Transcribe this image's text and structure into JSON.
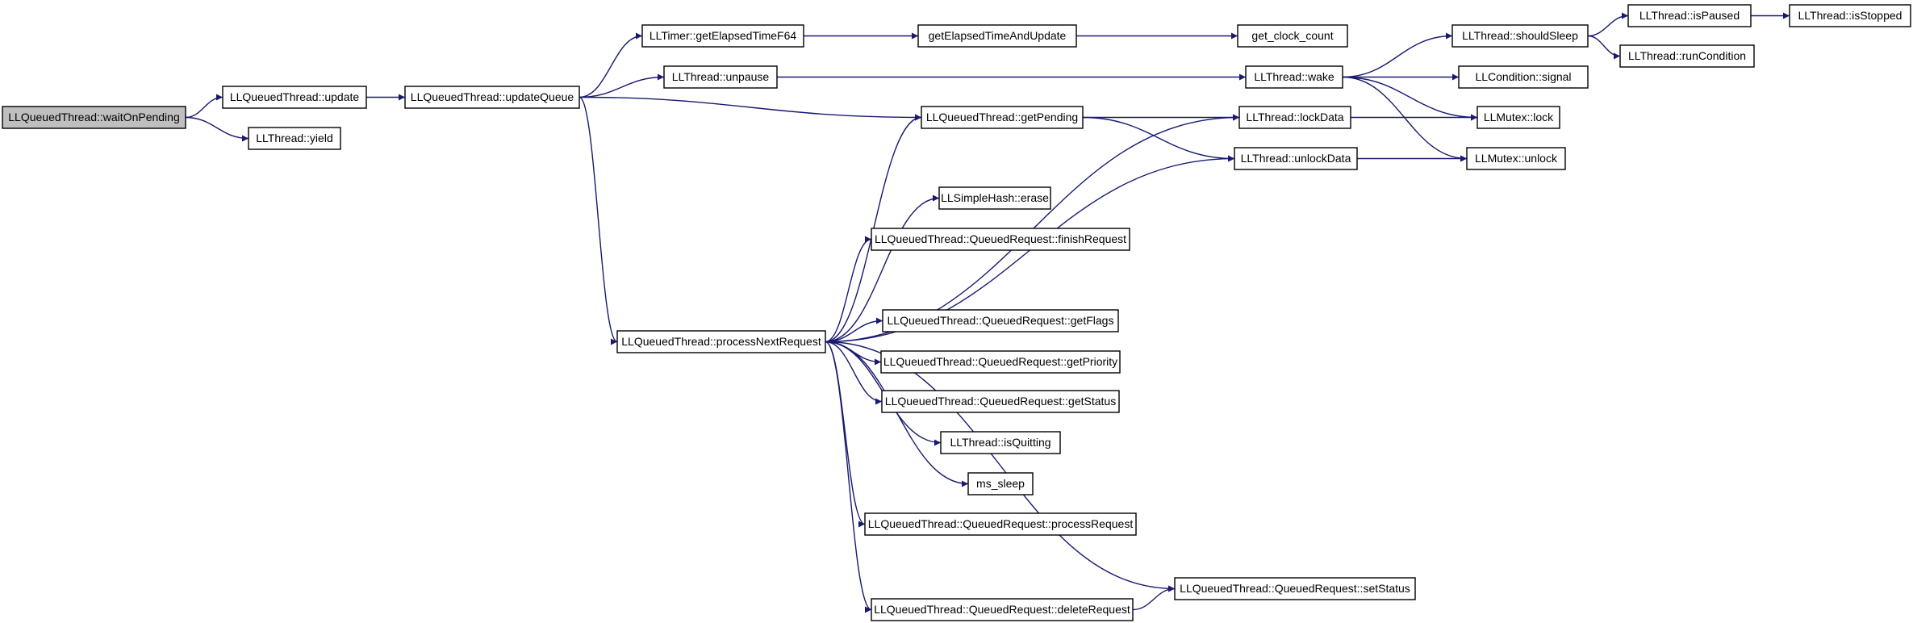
{
  "graph": {
    "nodes": {
      "waitOnPending": "LLQueuedThread::waitOnPending",
      "update": "LLQueuedThread::update",
      "yield": "LLThread::yield",
      "updateQueue": "LLQueuedThread::updateQueue",
      "processNextRequest": "LLQueuedThread::processNextRequest",
      "getElapsedTimeF64": "LLTimer::getElapsedTimeF64",
      "getElapsedTimeAndUpdate": "getElapsedTimeAndUpdate",
      "get_clock_count": "get_clock_count",
      "unpause": "LLThread::unpause",
      "wake": "LLThread::wake",
      "shouldSleep": "LLThread::shouldSleep",
      "isPaused": "LLThread::isPaused",
      "isStopped": "LLThread::isStopped",
      "runCondition": "LLThread::runCondition",
      "signal": "LLCondition::signal",
      "getPending": "LLQueuedThread::getPending",
      "lockData": "LLThread::lockData",
      "lock": "LLMutex::lock",
      "unlockData": "LLThread::unlockData",
      "unlock": "LLMutex::unlock",
      "erase": "LLSimpleHash::erase",
      "finishRequest": "LLQueuedThread::QueuedRequest::finishRequest",
      "getFlags": "LLQueuedThread::QueuedRequest::getFlags",
      "getPriority": "LLQueuedThread::QueuedRequest::getPriority",
      "getStatus": "LLQueuedThread::QueuedRequest::getStatus",
      "isQuitting": "LLThread::isQuitting",
      "ms_sleep": "ms_sleep",
      "processRequest": "LLQueuedThread::QueuedRequest::processRequest",
      "setStatus": "LLQueuedThread::QueuedRequest::setStatus",
      "deleteRequest": "LLQueuedThread::QueuedRequest::deleteRequest"
    },
    "root": "waitOnPending",
    "edges": [
      [
        "waitOnPending",
        "update"
      ],
      [
        "waitOnPending",
        "yield"
      ],
      [
        "update",
        "updateQueue"
      ],
      [
        "updateQueue",
        "getElapsedTimeF64"
      ],
      [
        "updateQueue",
        "unpause"
      ],
      [
        "updateQueue",
        "getPending"
      ],
      [
        "updateQueue",
        "processNextRequest"
      ],
      [
        "getElapsedTimeF64",
        "getElapsedTimeAndUpdate"
      ],
      [
        "getElapsedTimeAndUpdate",
        "get_clock_count"
      ],
      [
        "unpause",
        "wake"
      ],
      [
        "wake",
        "shouldSleep"
      ],
      [
        "wake",
        "signal"
      ],
      [
        "wake",
        "lock"
      ],
      [
        "wake",
        "unlock"
      ],
      [
        "shouldSleep",
        "isPaused"
      ],
      [
        "shouldSleep",
        "runCondition"
      ],
      [
        "isPaused",
        "isStopped"
      ],
      [
        "getPending",
        "lockData"
      ],
      [
        "getPending",
        "unlockData"
      ],
      [
        "lockData",
        "lock"
      ],
      [
        "unlockData",
        "unlock"
      ],
      [
        "processNextRequest",
        "getPending"
      ],
      [
        "processNextRequest",
        "lockData"
      ],
      [
        "processNextRequest",
        "erase"
      ],
      [
        "processNextRequest",
        "finishRequest"
      ],
      [
        "processNextRequest",
        "unlockData"
      ],
      [
        "processNextRequest",
        "getFlags"
      ],
      [
        "processNextRequest",
        "getPriority"
      ],
      [
        "processNextRequest",
        "getStatus"
      ],
      [
        "processNextRequest",
        "isQuitting"
      ],
      [
        "processNextRequest",
        "ms_sleep"
      ],
      [
        "processNextRequest",
        "processRequest"
      ],
      [
        "processNextRequest",
        "setStatus"
      ],
      [
        "processNextRequest",
        "deleteRequest"
      ],
      [
        "deleteRequest",
        "setStatus"
      ]
    ]
  }
}
